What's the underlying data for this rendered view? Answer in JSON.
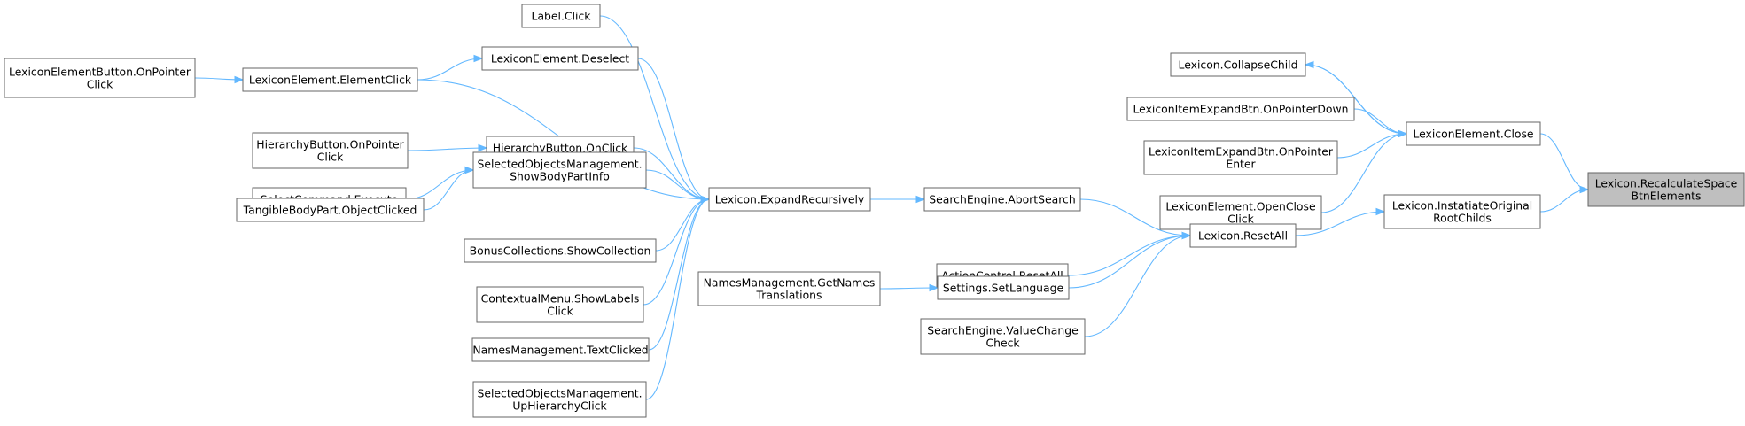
{
  "diagram": {
    "type": "call-graph",
    "root_node": "n_root",
    "accent_color": "#63b8ff",
    "root_fill": "#bfbfbf",
    "nodes": [
      {
        "id": "n_root",
        "lines": [
          "Lexicon.RecalculateSpace",
          "BtnElements"
        ]
      },
      {
        "id": "n_close",
        "lines": [
          "LexiconElement.Close"
        ]
      },
      {
        "id": "n_instatiate",
        "lines": [
          "Lexicon.InstatiateOriginal",
          "RootChilds"
        ]
      },
      {
        "id": "n_collapse",
        "lines": [
          "Lexicon.CollapseChild"
        ]
      },
      {
        "id": "n_itemdown",
        "lines": [
          "LexiconItemExpandBtn.OnPointerDown"
        ]
      },
      {
        "id": "n_itementer",
        "lines": [
          "LexiconItemExpandBtn.OnPointer",
          "Enter"
        ]
      },
      {
        "id": "n_openclose",
        "lines": [
          "LexiconElement.OpenClose",
          "Click"
        ]
      },
      {
        "id": "n_resetall",
        "lines": [
          "Lexicon.ResetAll"
        ]
      },
      {
        "id": "n_abort",
        "lines": [
          "SearchEngine.AbortSearch"
        ]
      },
      {
        "id": "n_actionreset",
        "lines": [
          "ActionControl.ResetAll"
        ]
      },
      {
        "id": "n_setlang",
        "lines": [
          "Settings.SetLanguage"
        ]
      },
      {
        "id": "n_valuechange",
        "lines": [
          "SearchEngine.ValueChange",
          "Check"
        ]
      },
      {
        "id": "n_expand",
        "lines": [
          "Lexicon.ExpandRecursively"
        ]
      },
      {
        "id": "n_getnames",
        "lines": [
          "NamesManagement.GetNames",
          "Translations"
        ]
      },
      {
        "id": "n_labelclick",
        "lines": [
          "Label.Click"
        ]
      },
      {
        "id": "n_deselect",
        "lines": [
          "LexiconElement.Deselect"
        ]
      },
      {
        "id": "n_elementclick",
        "lines": [
          "LexiconElement.ElementClick"
        ]
      },
      {
        "id": "n_hieronclick",
        "lines": [
          "HierarchyButton.OnClick"
        ]
      },
      {
        "id": "n_showbody",
        "lines": [
          "SelectedObjectsManagement.",
          "ShowBodyPartInfo"
        ]
      },
      {
        "id": "n_bonus",
        "lines": [
          "BonusCollections.ShowCollection"
        ]
      },
      {
        "id": "n_contextual",
        "lines": [
          "ContextualMenu.ShowLabels",
          "Click"
        ]
      },
      {
        "id": "n_textclicked",
        "lines": [
          "NamesManagement.TextClicked"
        ]
      },
      {
        "id": "n_uphier",
        "lines": [
          "SelectedObjectsManagement.",
          "UpHierarchyClick"
        ]
      },
      {
        "id": "n_lexbtn",
        "lines": [
          "LexiconElementButton.OnPointer",
          "Click"
        ]
      },
      {
        "id": "n_hierpointer",
        "lines": [
          "HierarchyButton.OnPointer",
          "Click"
        ]
      },
      {
        "id": "n_selectcmd",
        "lines": [
          "SelectCommand.Execute"
        ]
      },
      {
        "id": "n_tangible",
        "lines": [
          "TangibleBodyPart.ObjectClicked"
        ]
      }
    ],
    "edges": [
      {
        "from": "n_close",
        "to": "n_root"
      },
      {
        "from": "n_instatiate",
        "to": "n_root"
      },
      {
        "from": "n_close",
        "to": "n_collapse"
      },
      {
        "from": "n_collapse",
        "to": "n_close"
      },
      {
        "from": "n_itemdown",
        "to": "n_close"
      },
      {
        "from": "n_itementer",
        "to": "n_close"
      },
      {
        "from": "n_openclose",
        "to": "n_close"
      },
      {
        "from": "n_resetall",
        "to": "n_instatiate"
      },
      {
        "from": "n_abort",
        "to": "n_resetall"
      },
      {
        "from": "n_actionreset",
        "to": "n_resetall"
      },
      {
        "from": "n_setlang",
        "to": "n_resetall"
      },
      {
        "from": "n_valuechange",
        "to": "n_resetall"
      },
      {
        "from": "n_expand",
        "to": "n_abort"
      },
      {
        "from": "n_getnames",
        "to": "n_setlang"
      },
      {
        "from": "n_labelclick",
        "to": "n_expand"
      },
      {
        "from": "n_deselect",
        "to": "n_expand"
      },
      {
        "from": "n_elementclick",
        "to": "n_expand"
      },
      {
        "from": "n_hieronclick",
        "to": "n_expand"
      },
      {
        "from": "n_showbody",
        "to": "n_expand"
      },
      {
        "from": "n_bonus",
        "to": "n_expand"
      },
      {
        "from": "n_contextual",
        "to": "n_expand"
      },
      {
        "from": "n_textclicked",
        "to": "n_expand"
      },
      {
        "from": "n_uphier",
        "to": "n_expand"
      },
      {
        "from": "n_elementclick",
        "to": "n_deselect"
      },
      {
        "from": "n_lexbtn",
        "to": "n_elementclick"
      },
      {
        "from": "n_hierpointer",
        "to": "n_hieronclick"
      },
      {
        "from": "n_selectcmd",
        "to": "n_showbody"
      },
      {
        "from": "n_tangible",
        "to": "n_showbody"
      }
    ]
  }
}
